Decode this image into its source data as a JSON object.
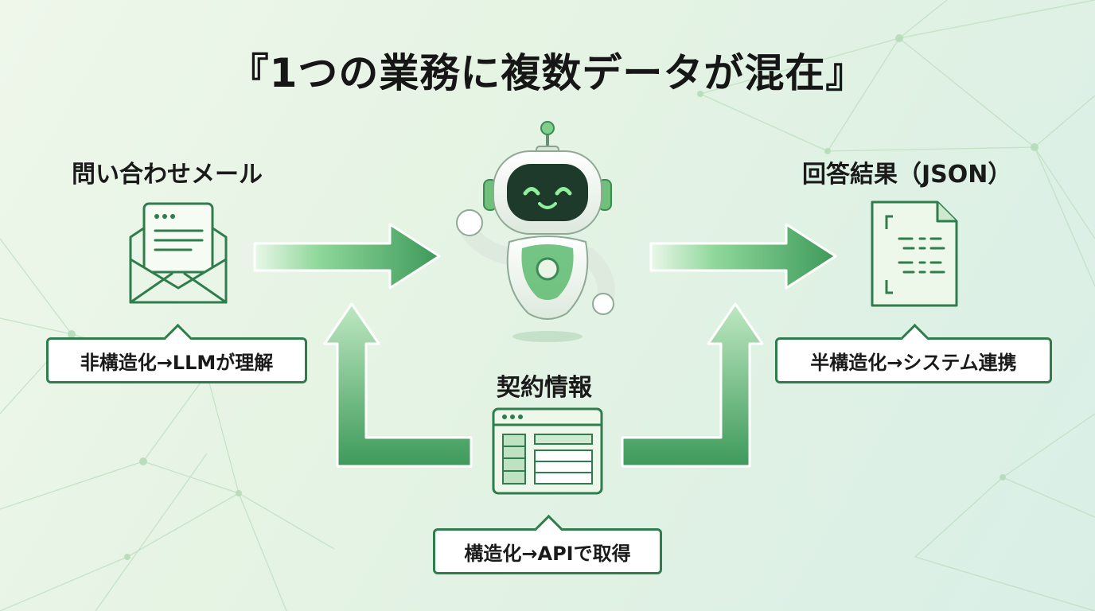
{
  "title": "『1つの業務に複数データが混在』",
  "inputs": {
    "email": {
      "label": "問い合わせメール",
      "callout": "非構造化→LLMが理解",
      "icon": "envelope-icon"
    },
    "contract": {
      "label": "契約情報",
      "callout": "構造化→APIで取得",
      "icon": "table-window-icon"
    }
  },
  "agent": {
    "icon": "robot-icon"
  },
  "output": {
    "label": "回答結果（JSON）",
    "callout": "半構造化→システム連携",
    "icon": "json-document-icon"
  },
  "colors": {
    "accent": "#2f7d4c",
    "arrow_light": "#8ed79a",
    "arrow_dark": "#3d9a5a",
    "icon_fill": "#eef8ea"
  }
}
